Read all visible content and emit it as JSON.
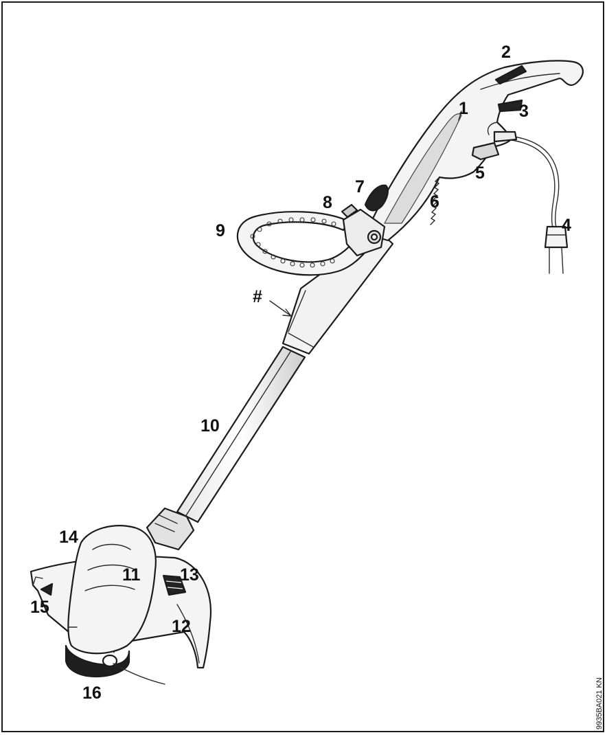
{
  "figure": {
    "callouts": [
      {
        "id": "1",
        "text": "1"
      },
      {
        "id": "2",
        "text": "2"
      },
      {
        "id": "3",
        "text": "3"
      },
      {
        "id": "4",
        "text": "4"
      },
      {
        "id": "5",
        "text": "5"
      },
      {
        "id": "6",
        "text": "6"
      },
      {
        "id": "7",
        "text": "7"
      },
      {
        "id": "8",
        "text": "8"
      },
      {
        "id": "9",
        "text": "9"
      },
      {
        "id": "hash",
        "text": "#"
      },
      {
        "id": "10",
        "text": "10"
      },
      {
        "id": "11",
        "text": "11"
      },
      {
        "id": "12",
        "text": "12"
      },
      {
        "id": "13",
        "text": "13"
      },
      {
        "id": "14",
        "text": "14"
      },
      {
        "id": "15",
        "text": "15"
      },
      {
        "id": "16",
        "text": "16"
      }
    ],
    "figure_code": "9935BA021 KN",
    "colors": {
      "outline": "#1b1b1b",
      "body_fill": "#f4f4f4",
      "shade_fill": "#cfcfcf",
      "dark_parts": "#222222",
      "background": "#ffffff"
    }
  }
}
